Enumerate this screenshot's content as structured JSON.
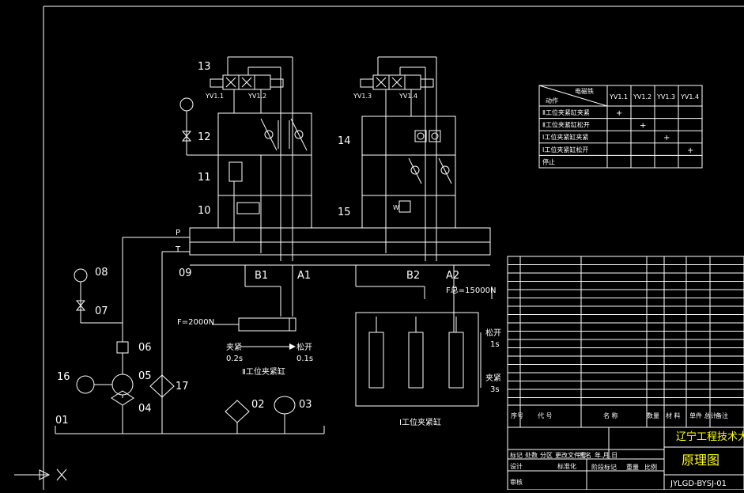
{
  "components": {
    "c13": "13",
    "c12": "12",
    "c11": "11",
    "c10": "10",
    "c14": "14",
    "c15": "15",
    "c08": "08",
    "c07": "07",
    "c06": "06",
    "c05": "05",
    "c04": "04",
    "c16": "16",
    "c17": "17",
    "c01": "01",
    "c02": "02",
    "c03": "03",
    "c09": "09"
  },
  "valves": {
    "yv11": "YV1.1",
    "yv12": "YV1.2",
    "yv13": "YV1.3",
    "yv14": "YV1.4",
    "w": "W"
  },
  "lines": {
    "p": "P",
    "t": "T",
    "b1": "B1",
    "a1": "A1",
    "b2": "B2",
    "a2": "A2"
  },
  "cylinder2": {
    "force": "F=2000N",
    "clamp": "夹紧",
    "clamp_time": "0.2s",
    "release": "松开",
    "release_time": "0.1s",
    "title": "Ⅱ工位夹紧缸"
  },
  "cylinder1": {
    "force": "F总=15000N",
    "release": "松开",
    "release_time": "1s",
    "clamp": "夹紧",
    "clamp_time": "3s",
    "title": "Ⅰ工位夹紧缸"
  },
  "action_table": {
    "corner_top": "电磁铁",
    "corner_bottom": "动作",
    "headers": [
      "YV1.1",
      "YV1.2",
      "YV1.3",
      "YV1.4"
    ],
    "rows": [
      {
        "label": "Ⅱ工位夹紧缸夹紧",
        "cells": [
          "+",
          "",
          "",
          ""
        ]
      },
      {
        "label": "Ⅱ工位夹紧缸松开",
        "cells": [
          "",
          "+",
          "",
          ""
        ]
      },
      {
        "label": "Ⅰ工位夹紧缸夹紧",
        "cells": [
          "",
          "",
          "+",
          ""
        ]
      },
      {
        "label": "Ⅰ工位夹紧缸松开",
        "cells": [
          "",
          "",
          "",
          "+"
        ]
      },
      {
        "label": "停止",
        "cells": [
          "",
          "",
          "",
          ""
        ]
      }
    ]
  },
  "title_block": {
    "headers": {
      "seq": "序号",
      "code": "代 号",
      "name": "名 称",
      "qty": "数量",
      "material": "材 料",
      "weight": "单件 总计",
      "note": "备注"
    },
    "sub_headers": {
      "mark": "标记",
      "count": "处数",
      "zone": "分区",
      "doc": "更改文件号",
      "sign": "签名",
      "date": "年.月.日",
      "design": "设计",
      "standard": "标准化",
      "stage": "阶段标记",
      "weight": "重量",
      "scale": "比例",
      "review": "审核"
    },
    "school": "辽宁工程技术大学",
    "drawing_title": "原理图",
    "drawing_number": "JYLGD-BYSJ-01"
  }
}
